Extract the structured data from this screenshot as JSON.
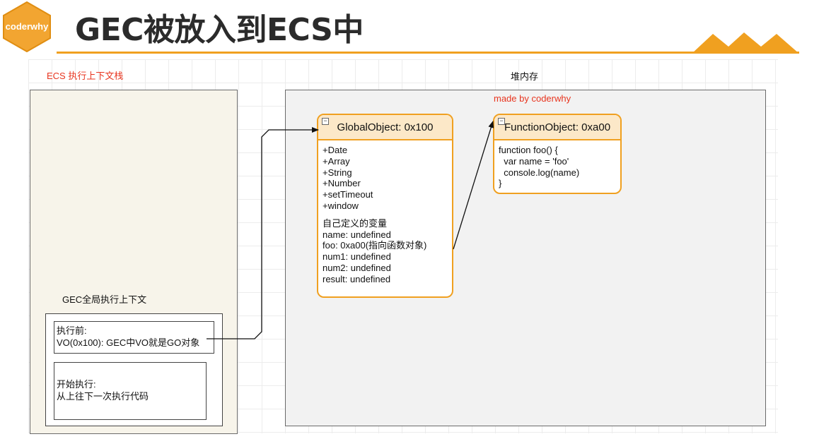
{
  "header": {
    "logo_text": "coderwhy",
    "title": "GEC被放入到ECS中",
    "accent_color": "#f0a020"
  },
  "ecs": {
    "label": "ECS 执行上下文栈",
    "gec_label": "GEC全局执行上下文",
    "before": {
      "line1": "执行前:",
      "line2": "VO(0x100): GEC中VO就是GO对象"
    },
    "start": {
      "line1": "开始执行:",
      "line2": "从上往下一次执行代码"
    }
  },
  "heap": {
    "label": "堆内存",
    "made_by": "made by coderwhy",
    "global_object": {
      "title": "GlobalObject: 0x100",
      "props": [
        "+Date",
        "+Array",
        "+String",
        "+Number",
        "+setTimeout",
        "+window"
      ],
      "section": "自己定义的变量",
      "vars": [
        "name: undefined",
        "foo: 0xa00(指向函数对象)",
        "num1: undefined",
        "num2: undefined",
        "result: undefined"
      ]
    },
    "function_object": {
      "title": "FunctionObject: 0xa00",
      "code": [
        "function foo() {",
        "  var name = 'foo'",
        "  console.log(name)",
        "}"
      ]
    }
  }
}
